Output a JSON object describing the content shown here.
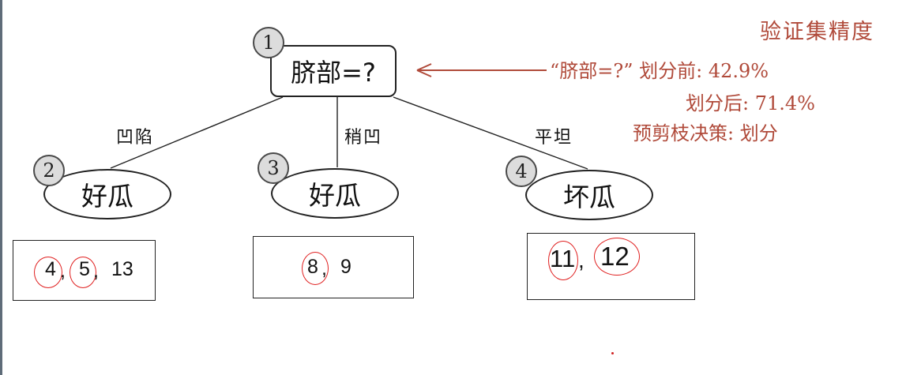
{
  "tree": {
    "root": {
      "number": "1",
      "label": "脐部=?"
    },
    "branches": [
      {
        "label": "凹陷",
        "node_number": "2",
        "leaf_label": "好瓜",
        "samples": [
          "4",
          "5",
          "13"
        ],
        "circled": [
          "4",
          "5"
        ]
      },
      {
        "label": "稍凹",
        "node_number": "3",
        "leaf_label": "好瓜",
        "samples": [
          "8",
          "9"
        ],
        "circled": [
          "8"
        ]
      },
      {
        "label": "平坦",
        "node_number": "4",
        "leaf_label": "坏瓜",
        "samples": [
          "11",
          "12"
        ],
        "circled": [
          "11",
          "12"
        ]
      }
    ]
  },
  "annotation": {
    "title": "验证集精度",
    "line1": "“脐部=?” 划分前: 42.9%",
    "line2": "划分后: 71.4%",
    "line3": "预剪枝决策: 划分"
  },
  "colors": {
    "annotation": "#b04a3a",
    "circle_mark": "#e02020",
    "node_fill": "#dcdcdc"
  }
}
